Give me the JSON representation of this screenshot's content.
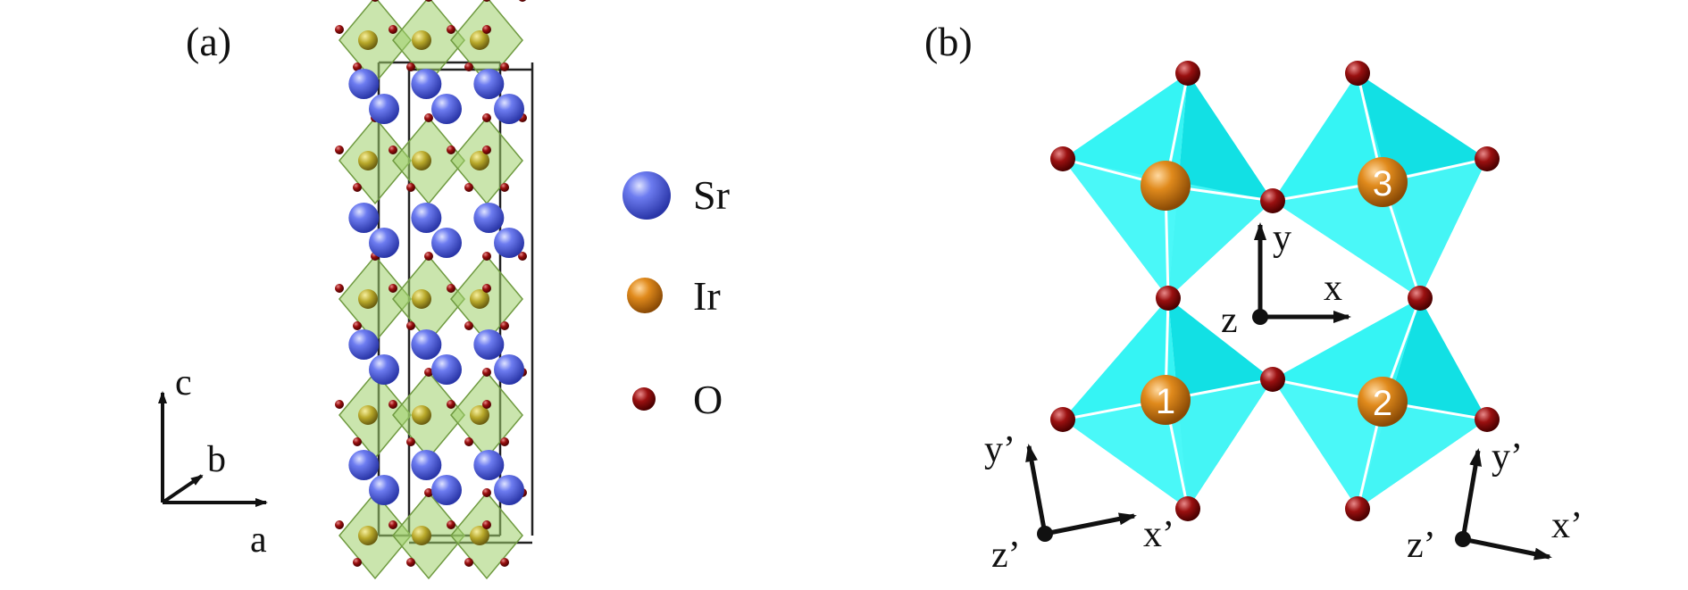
{
  "panel_a": {
    "label": "(a)",
    "legend": [
      {
        "symbol": "Sr",
        "color": "#4a5ee8"
      },
      {
        "symbol": "Ir",
        "color": "#d9780e"
      },
      {
        "symbol": "O",
        "color": "#8b0a0a"
      }
    ],
    "axes": {
      "c": "c",
      "b": "b",
      "a": "a"
    }
  },
  "panel_b": {
    "label": "(b)",
    "ir_numbers": [
      "1",
      "2",
      "3"
    ],
    "local_axes": {
      "x": "x",
      "y": "y",
      "z": "z"
    },
    "rotated_axes": {
      "x": "x’",
      "y": "y’",
      "z": "z’"
    }
  },
  "colors": {
    "octahedron_cyan": "#22f0f0",
    "octahedron_green": "#9fcf6a",
    "oxygen": "#8b0a0a",
    "iridium": "#d9780e",
    "strontium": "#4a5ee8"
  }
}
